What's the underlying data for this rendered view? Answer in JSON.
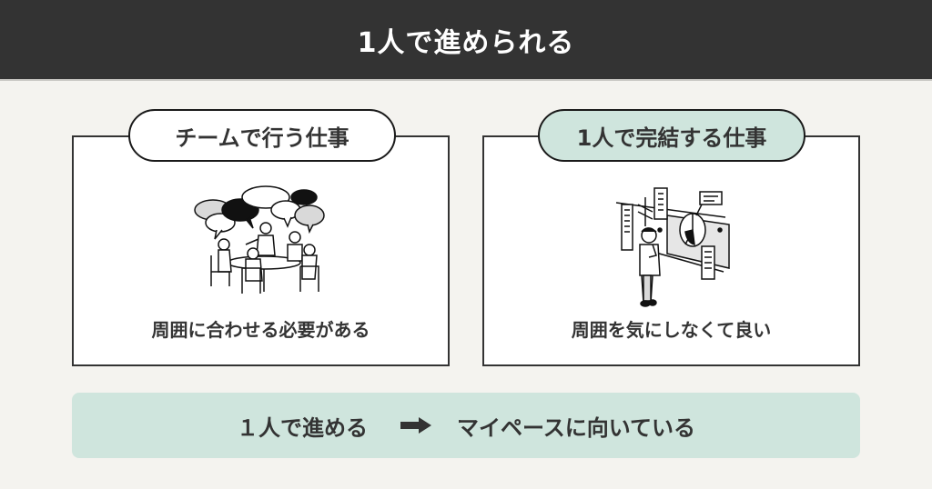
{
  "header": {
    "title": "1人で進められる",
    "background": "#333333"
  },
  "cards": [
    {
      "label": "チームで行う仕事",
      "label_background": "#ffffff",
      "illustration": "team-meeting-illustration",
      "caption": "周囲に合わせる必要がある"
    },
    {
      "label": "1人で完結する仕事",
      "label_background": "#cfe5dd",
      "illustration": "solo-worker-illustration",
      "caption": "周囲を気にしなくて良い"
    }
  ],
  "banner": {
    "left_text": "１人で進める",
    "arrow_icon": "arrow-right-icon",
    "right_text": "マイペースに向いている",
    "background": "#cfe5dd"
  },
  "colors": {
    "page_background": "#f4f3ef",
    "accent_mint": "#cfe5dd",
    "text_dark": "#333333"
  }
}
